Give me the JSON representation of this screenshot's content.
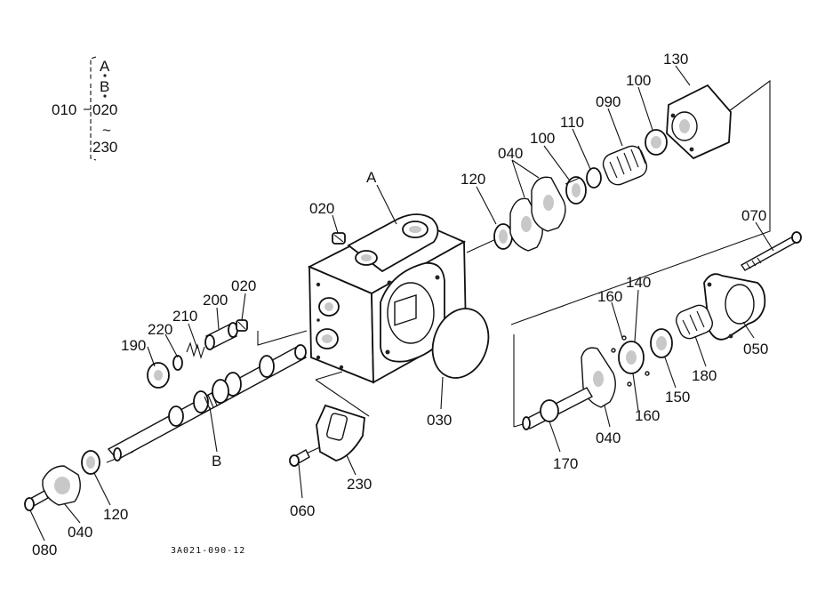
{
  "legend": {
    "top": "A",
    "second": "B",
    "range_start": "010",
    "range_first": "020",
    "tilde": "~",
    "range_end": "230"
  },
  "callouts": [
    {
      "id": "lbl-130",
      "text": "130"
    },
    {
      "id": "lbl-100a",
      "text": "100"
    },
    {
      "id": "lbl-090",
      "text": "090"
    },
    {
      "id": "lbl-110",
      "text": "110"
    },
    {
      "id": "lbl-100b",
      "text": "100"
    },
    {
      "id": "lbl-040a",
      "text": "040"
    },
    {
      "id": "lbl-120a",
      "text": "120"
    },
    {
      "id": "lbl-A",
      "text": "A"
    },
    {
      "id": "lbl-020a",
      "text": "020"
    },
    {
      "id": "lbl-070",
      "text": "070"
    },
    {
      "id": "lbl-200",
      "text": "200"
    },
    {
      "id": "lbl-020b",
      "text": "020"
    },
    {
      "id": "lbl-210",
      "text": "210"
    },
    {
      "id": "lbl-220",
      "text": "220"
    },
    {
      "id": "lbl-190",
      "text": "190"
    },
    {
      "id": "lbl-160a",
      "text": "160"
    },
    {
      "id": "lbl-140",
      "text": "140"
    },
    {
      "id": "lbl-050",
      "text": "050"
    },
    {
      "id": "lbl-180",
      "text": "180"
    },
    {
      "id": "lbl-150",
      "text": "150"
    },
    {
      "id": "lbl-160b",
      "text": "160"
    },
    {
      "id": "lbl-040b",
      "text": "040"
    },
    {
      "id": "lbl-170",
      "text": "170"
    },
    {
      "id": "lbl-030",
      "text": "030"
    },
    {
      "id": "lbl-B",
      "text": "B"
    },
    {
      "id": "lbl-230",
      "text": "230"
    },
    {
      "id": "lbl-060",
      "text": "060"
    },
    {
      "id": "lbl-120b",
      "text": "120"
    },
    {
      "id": "lbl-040c",
      "text": "040"
    },
    {
      "id": "lbl-080",
      "text": "080"
    }
  ],
  "drawing_code": "3A021-090-12"
}
